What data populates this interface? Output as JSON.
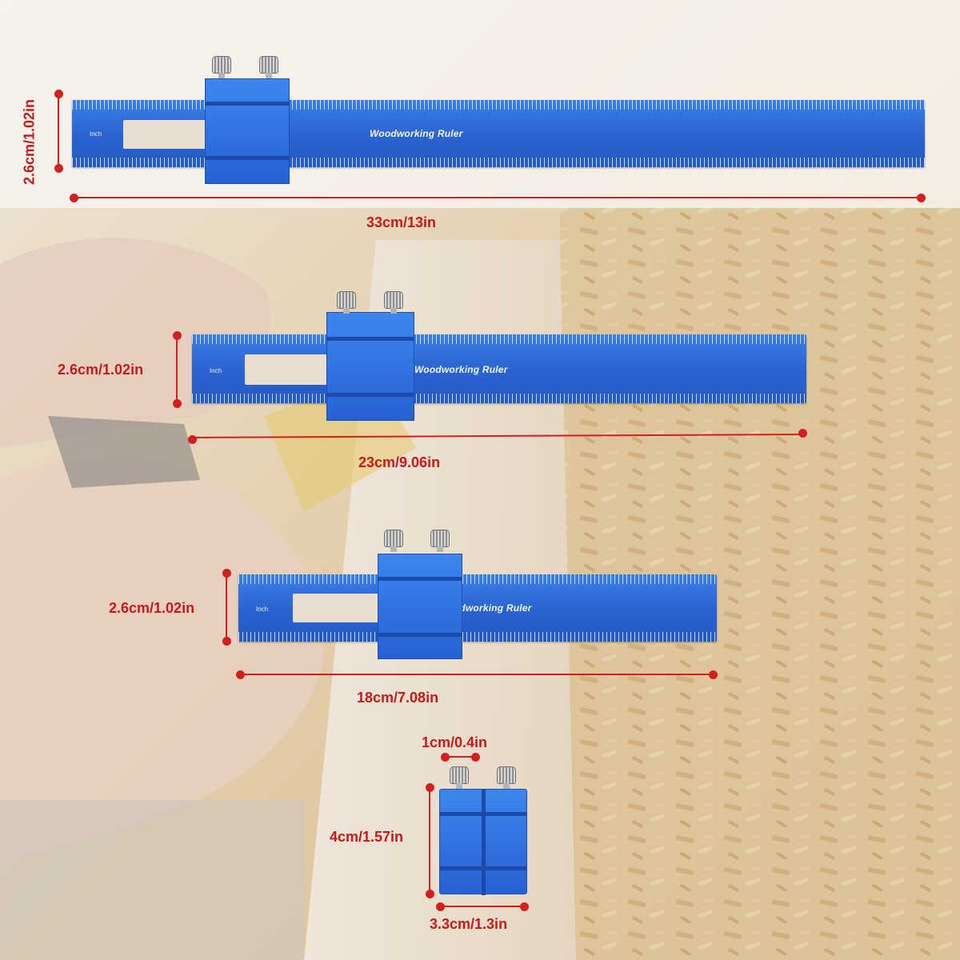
{
  "colors": {
    "ruler_blue": "#2a63cf",
    "dimension_red": "#d21f1f",
    "background_wood": "#d9c29c"
  },
  "rulers": [
    {
      "ruler_text": "Woodworking Ruler",
      "unit_text": "Inch",
      "width_label": "2.6cm/1.02in",
      "length_label": "33cm/13in"
    },
    {
      "ruler_text": "Woodworking Ruler",
      "unit_text": "Inch",
      "width_label": "2.6cm/1.02in",
      "length_label": "23cm/9.06in"
    },
    {
      "ruler_text": "Woodworking Ruler",
      "unit_text": "Inch",
      "width_label": "2.6cm/1.02in",
      "length_label": "18cm/7.08in"
    }
  ],
  "slider_block": {
    "gap_label": "1cm/0.4in",
    "height_label": "4cm/1.57in",
    "width_label": "3.3cm/1.3in"
  }
}
